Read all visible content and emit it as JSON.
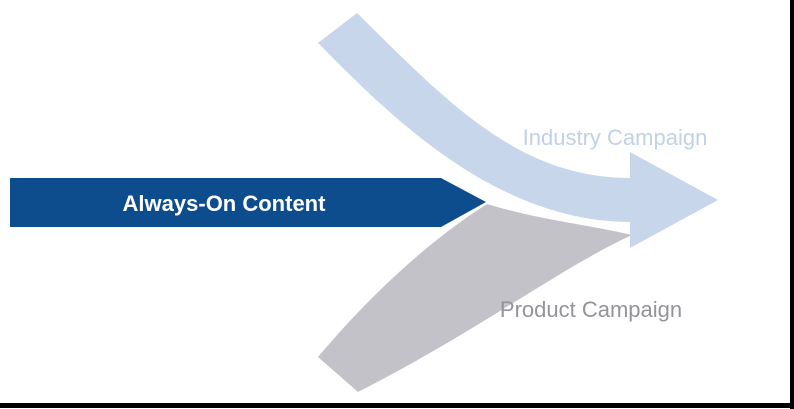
{
  "diagram": {
    "always_on": {
      "label": "Always-On Content",
      "text_color": "#ffffff"
    },
    "industry": {
      "label": "Industry Campaign"
    },
    "product": {
      "label": "Product Campaign"
    },
    "colors": {
      "background": "#ffffff",
      "dark_blue": "#0e4d8d",
      "light_blue": "#c7d6ea",
      "industry_text": "#c2d1e8",
      "gray": "#c3c2c9",
      "product_text": "#949399",
      "border": "#000000"
    }
  }
}
